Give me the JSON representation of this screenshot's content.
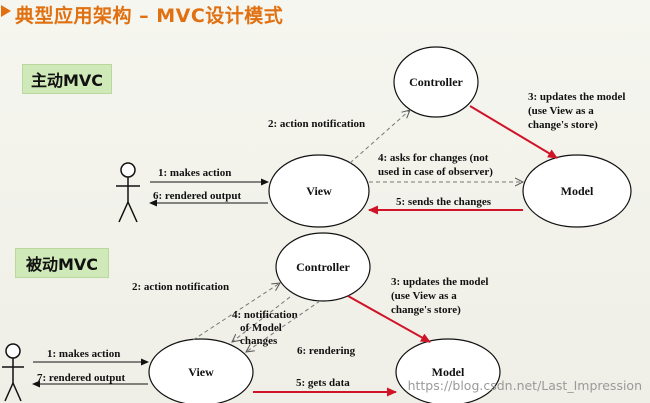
{
  "title": "典型应用架构 – MVC设计模式",
  "colors": {
    "title": "#e07010",
    "section_bg": "#cfe9b8",
    "red_arrow": "#d01428",
    "dashed": "#777777",
    "solid": "#111111"
  },
  "active": {
    "label": "主动MVC",
    "nodes": {
      "controller": "Controller",
      "view": "View",
      "model": "Model"
    },
    "edges": {
      "makes_action": "1: makes action",
      "action_notification": "2: action notification",
      "updates_model": [
        "3: updates the model",
        "(use View as a",
        "change's store)"
      ],
      "asks_changes": [
        "4: asks for changes (not",
        "used in case of observer)"
      ],
      "sends_changes": "5: sends the changes",
      "rendered_output": "6: rendered output"
    }
  },
  "passive": {
    "label": "被动MVC",
    "nodes": {
      "controller": "Controller",
      "view": "View",
      "model": "Model"
    },
    "edges": {
      "makes_action": "1: makes action",
      "action_notification": "2: action notification",
      "updates_model": [
        "3: updates the model",
        "(use View as a",
        "change's store)"
      ],
      "notification": [
        "4: notification",
        "of Model",
        "changes"
      ],
      "gets_data": "5: gets data",
      "rendering": "6: rendering",
      "rendered_output": "7: rendered output"
    }
  },
  "watermark": "https://blog.csdn.net/Last_Impression"
}
